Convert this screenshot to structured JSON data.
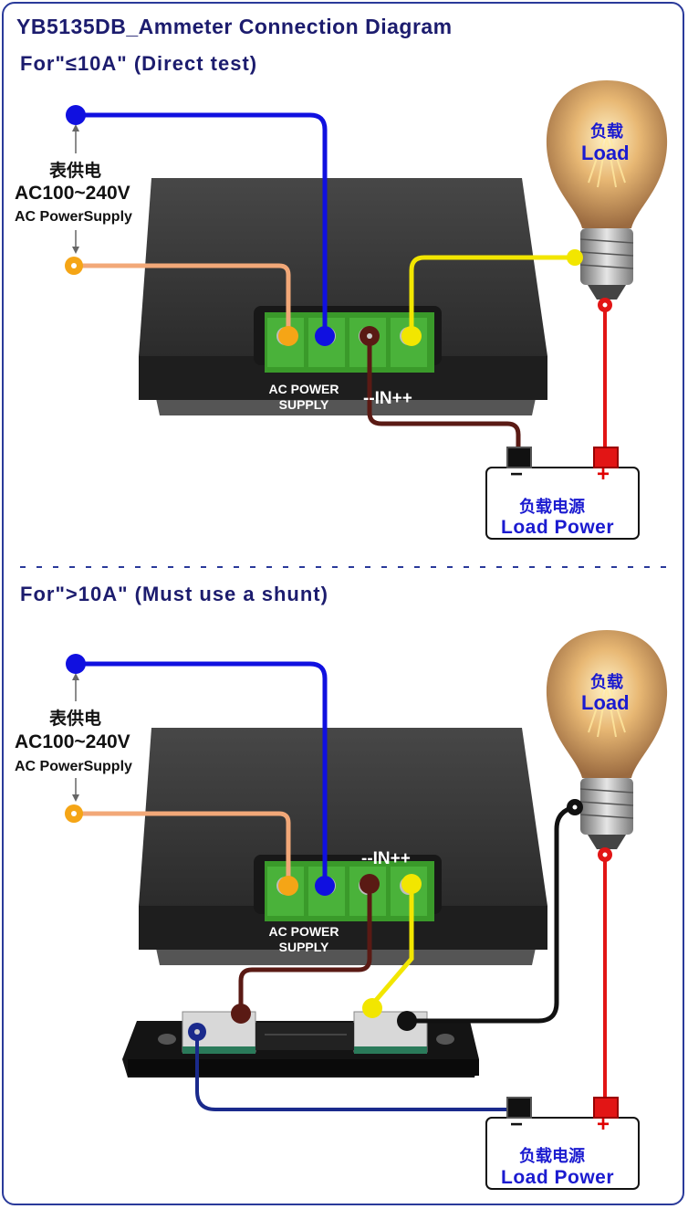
{
  "title": "YB5135DB_Ammeter Connection Diagram",
  "section_direct": "For\"≤10A\" (Direct test)",
  "section_shunt": "For\">10A\" (Must use a shunt)",
  "power": {
    "cn": "表供电",
    "voltage": "AC100~240V",
    "en": "AC PowerSupply"
  },
  "meter": {
    "ac_label_line1": "AC POWER",
    "ac_label_line2": "SUPPLY",
    "input_label": "--IN++"
  },
  "bulb": {
    "cn": "负载",
    "en": "Load"
  },
  "load_power": {
    "cn": "负载电源",
    "en": "Load Power",
    "minus": "−",
    "plus": "+"
  },
  "colors": {
    "frame": "#2a3a9a",
    "wire_blue": "#1010e0",
    "wire_orange": "#f2a878",
    "wire_yellow": "#f2e600",
    "wire_brown": "#5a1a14",
    "wire_red": "#e21515",
    "wire_black": "#111111",
    "wire_navy": "#1a2a8c",
    "terminal_green": "#3a9a2a",
    "meter_body": "#2a2a2a"
  }
}
